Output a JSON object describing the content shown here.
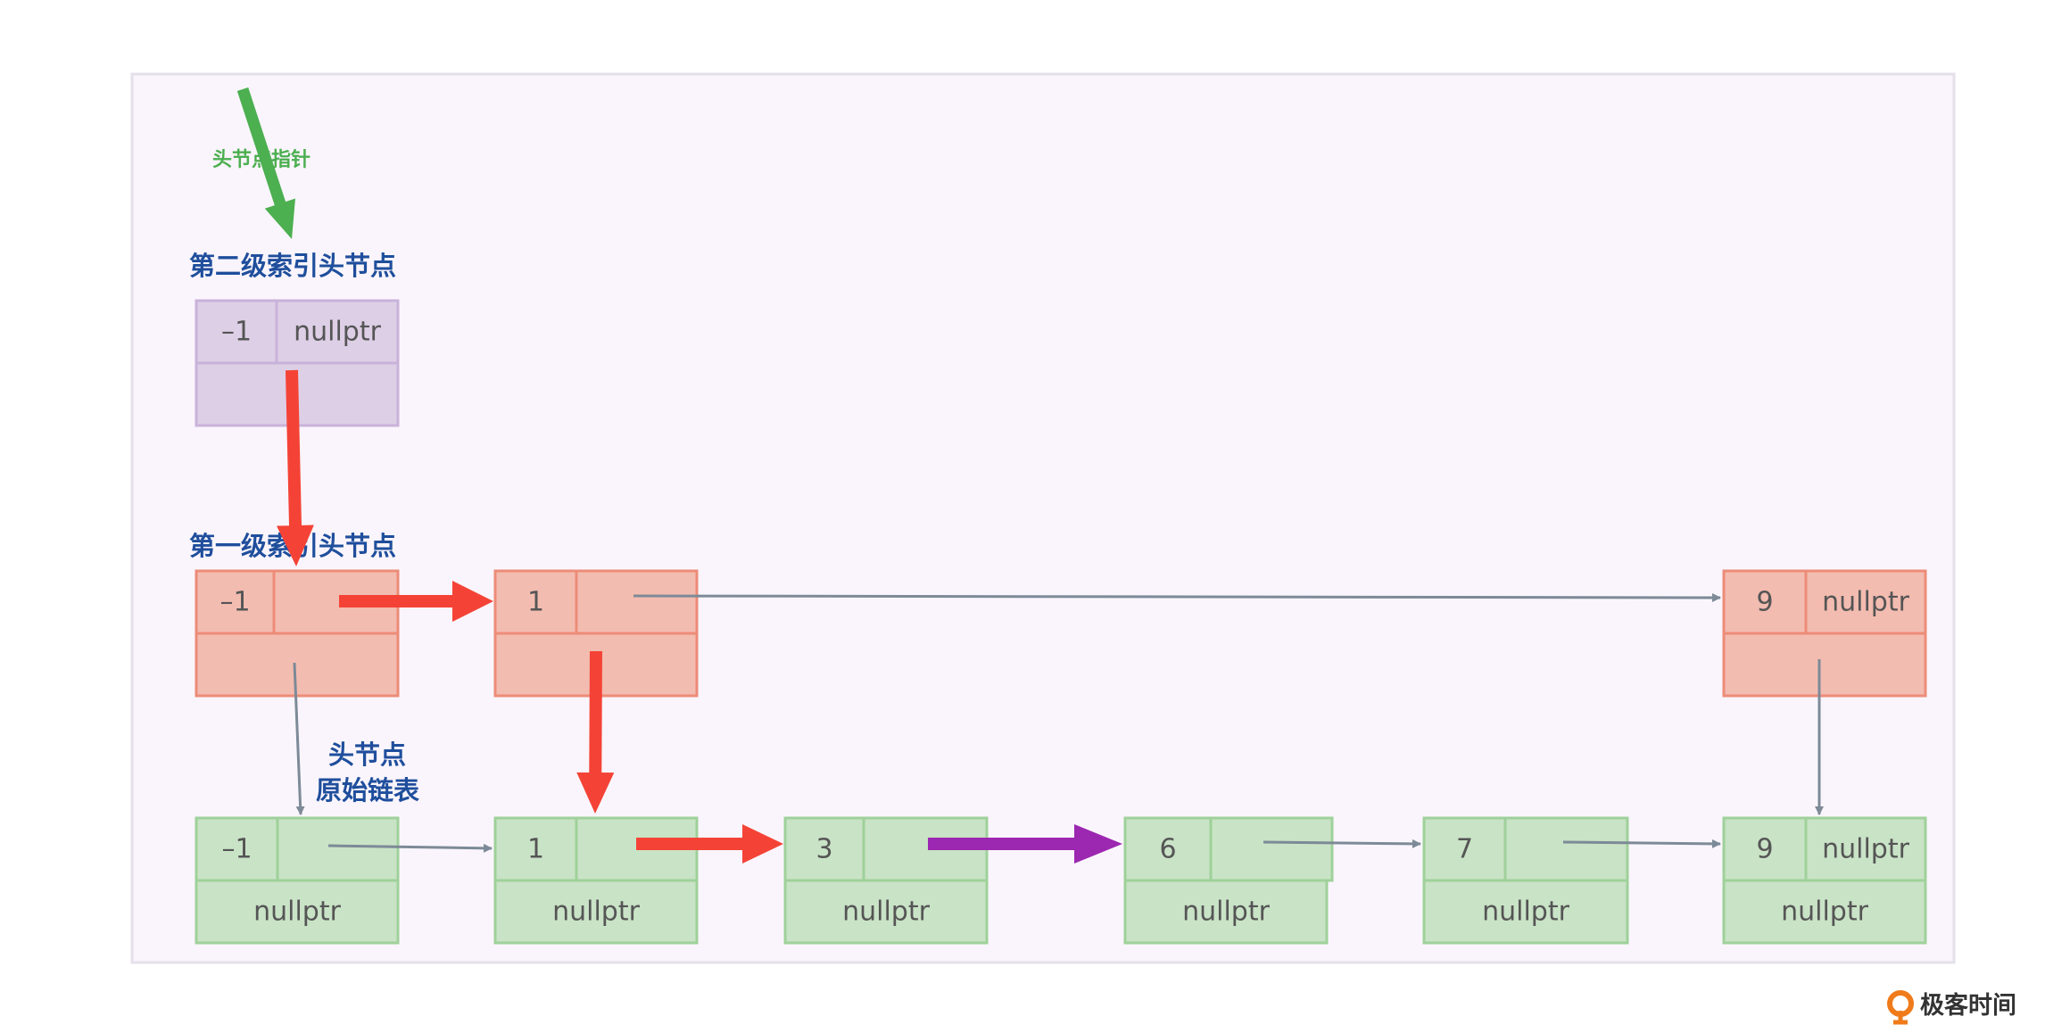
{
  "labels": {
    "head_pointer": "头节点指针",
    "level2_head": "第二级索引头节点",
    "level1_head": "第一级索引头节点",
    "head_node": "头节点",
    "original_list": "原始链表"
  },
  "level2": [
    {
      "value": "–1",
      "next": "nullptr",
      "down": ""
    }
  ],
  "level1": [
    {
      "value": "–1",
      "next": "",
      "down": ""
    },
    {
      "value": "1",
      "next": "",
      "down": ""
    },
    {
      "value": "9",
      "next": "nullptr",
      "down": ""
    }
  ],
  "level0": [
    {
      "value": "–1",
      "next": "",
      "down": "nullptr"
    },
    {
      "value": "1",
      "next": "",
      "down": "nullptr"
    },
    {
      "value": "3",
      "next": "",
      "down": "nullptr"
    },
    {
      "value": "6",
      "next": "",
      "down": "nullptr"
    },
    {
      "value": "7",
      "next": "",
      "down": "nullptr"
    },
    {
      "value": "9",
      "next": "nullptr",
      "down": "nullptr"
    }
  ],
  "colors": {
    "level2_fill": "#ddcfe6",
    "level2_stroke": "#c9b2da",
    "level1_fill": "#f3bcb0",
    "level1_stroke": "#ec8c78",
    "level0_fill": "#c9e3c6",
    "level0_stroke": "#9fd19a",
    "red_arrow": "#f44336",
    "purple_arrow": "#9c27b0",
    "green_arrow": "#4caf50",
    "gray_arrow": "#7d8a97"
  },
  "logo": {
    "text": "极客时间",
    "icon": "geektime-logo-icon"
  }
}
